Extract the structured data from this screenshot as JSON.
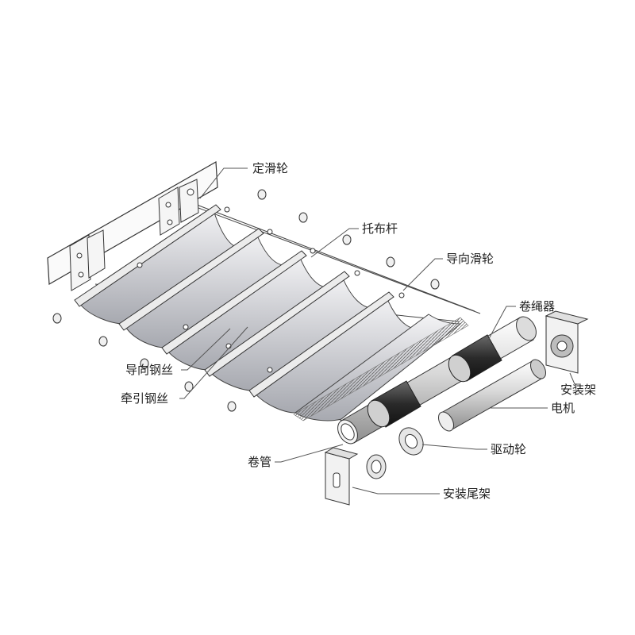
{
  "labels": {
    "fixed_pulley": "定滑轮",
    "cloth_bar": "托布杆",
    "guide_pulley": "导向滑轮",
    "rope_winder": "卷绳器",
    "mount_bracket": "安装架",
    "motor": "电机",
    "drive_wheel": "驱动轮",
    "tail_bracket": "安装尾架",
    "roller_tube": "卷管",
    "guide_wire": "导向钢丝",
    "traction_wire": "牵引钢丝"
  },
  "colors": {
    "line": "#333333",
    "fabric_light": "#f2f2f4",
    "fabric_dark": "#a9abb2",
    "metal": "#d9d9d9",
    "rubber": "#2b2b2b"
  }
}
